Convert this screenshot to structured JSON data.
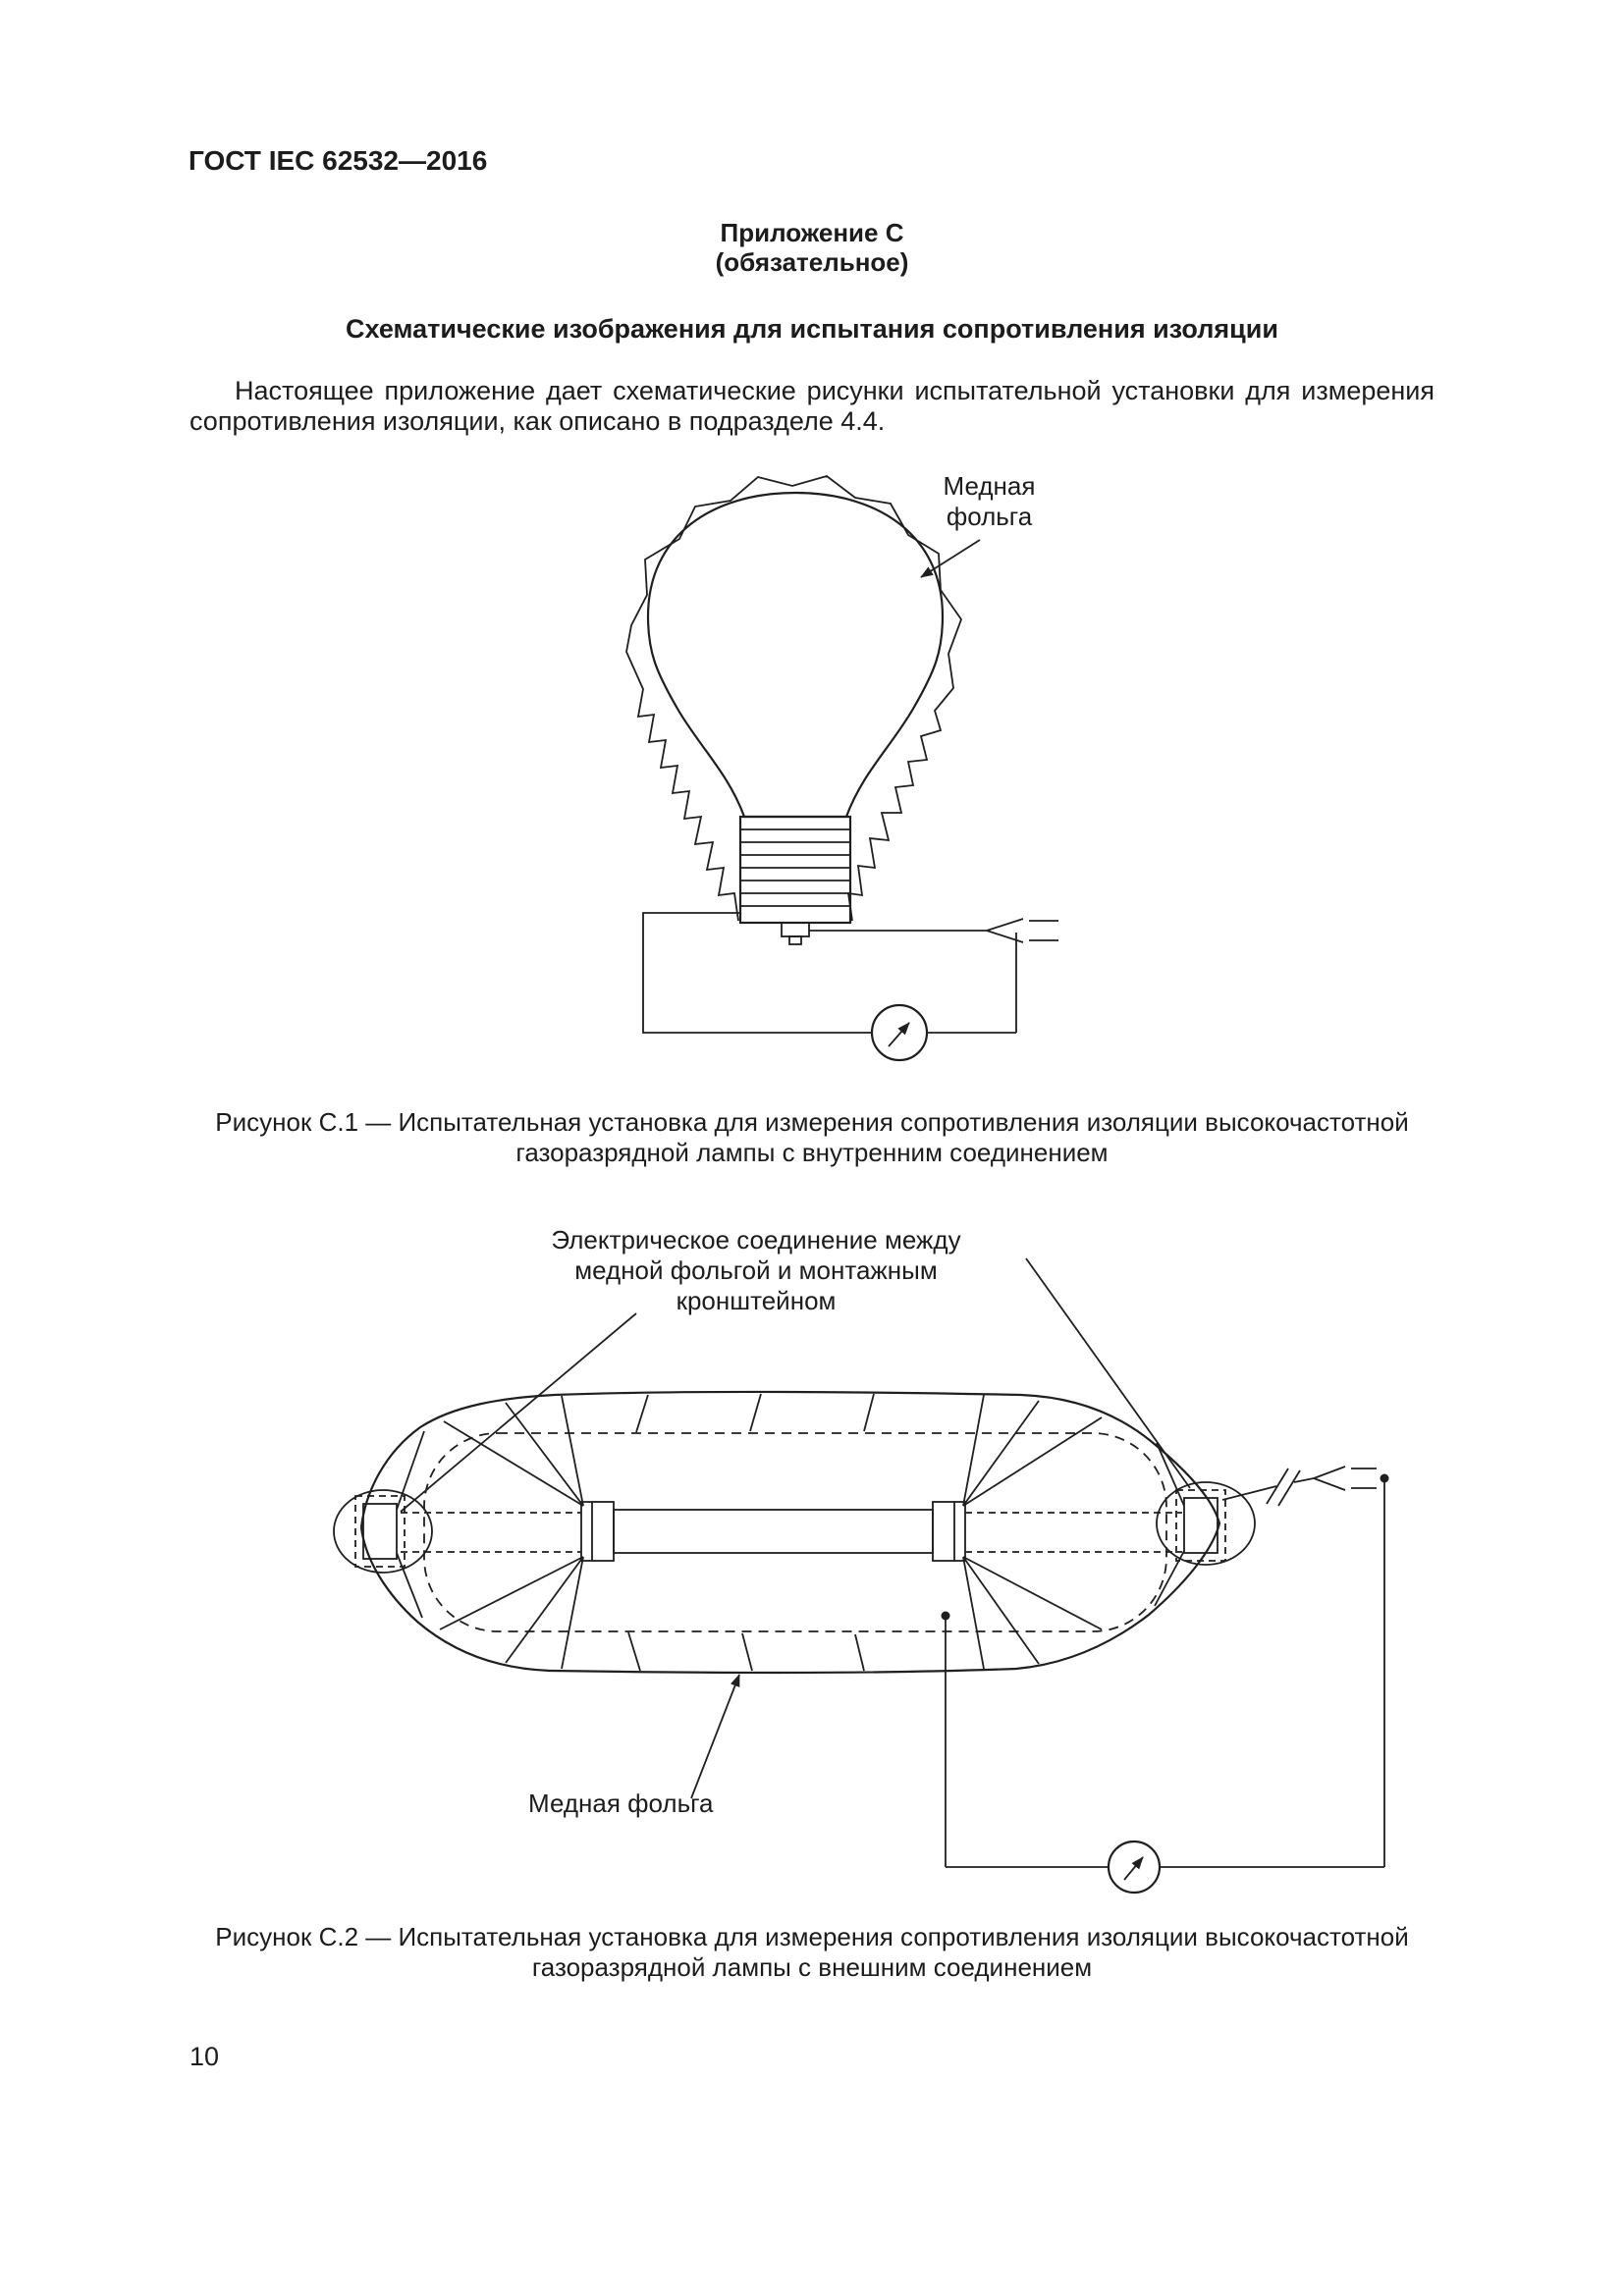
{
  "header": {
    "standard": "ГОСТ IEC 62532—2016"
  },
  "appendix": {
    "name": "Приложение С",
    "type": "(обязательное)",
    "title": "Схематические изображения для испытания сопротивления изоляции"
  },
  "intro": "Настоящее приложение дает схематические рисунки испытательной установки для измерения сопротивления изоляции, как описано в подразделе 4.4.",
  "figure1": {
    "foil_label": "Медная\nфольга",
    "caption_line1": "Рисунок С.1 — Испытательная установка для измерения сопротивления изоляции высокочастотной",
    "caption_line2": "газоразрядной лампы с внутренним соединением"
  },
  "figure2": {
    "connection_label": "Электрическое соединение между\nмедной фольгой и монтажным\nкронштейном",
    "foil_label": "Медная фольга",
    "caption_line1": "Рисунок С.2 — Испытательная установка для измерения сопротивления изоляции высокочастотной",
    "caption_line2": "газоразрядной лампы с внешним соединением"
  },
  "page": {
    "number": "10"
  }
}
